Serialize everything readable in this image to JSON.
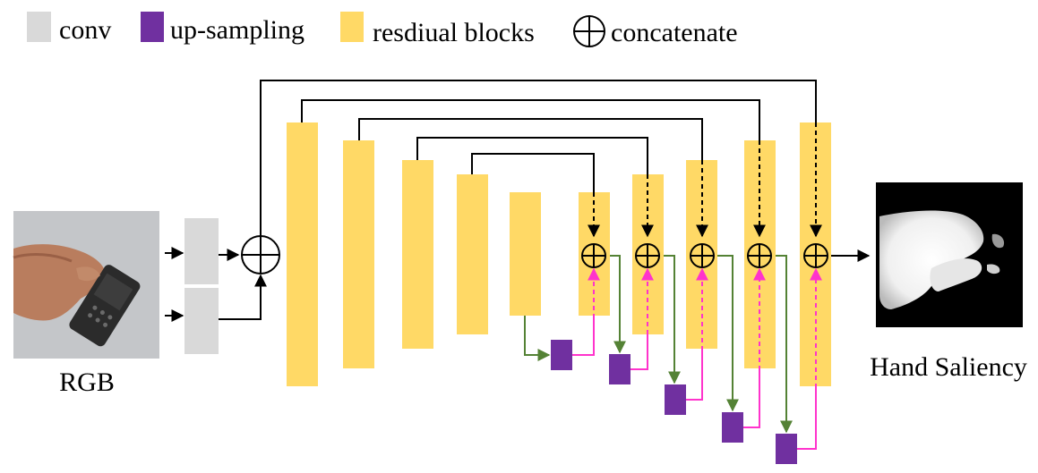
{
  "legend": {
    "conv": "conv",
    "upsampling": "up-sampling",
    "residual": "resdiual blocks",
    "concatenate": "concatenate"
  },
  "labels": {
    "input": "RGB",
    "output": "Hand Saliency"
  },
  "colors": {
    "conv": "#d9d9d9",
    "residual": "#ffd966",
    "upsampling": "#7030a0",
    "upsample_path": "#548235",
    "upsample_return": "#ff33cc",
    "skip": "#000000"
  },
  "icons": {
    "input_image": "hand-holding-phone-photo",
    "output_image": "saliency-mask",
    "concat": "circle-plus-icon"
  }
}
